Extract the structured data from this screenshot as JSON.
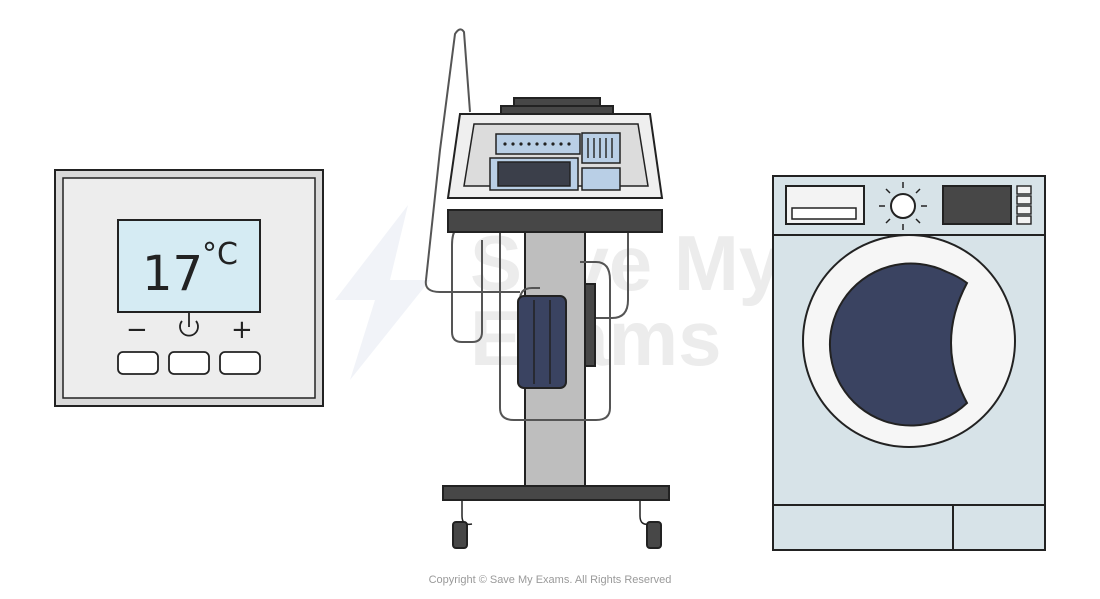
{
  "thermostat": {
    "temperature_value": "17",
    "temperature_unit": "°C",
    "minus_symbol": "−",
    "plus_symbol": "+",
    "power_icon": "power-icon"
  },
  "watermark": {
    "line1": "Save My",
    "line2": "Exams"
  },
  "copyright": "Copyright © Save My Exams. All Rights Reserved",
  "colors": {
    "outline": "#222222",
    "thermostat_frame": "#e6e6e6",
    "thermostat_screen": "#d5ebf3",
    "machine_dark": "#474747",
    "machine_pole": "#bebebe",
    "monitor_body": "#efefef",
    "monitor_screen": "#b9cfe6",
    "washer_body": "#d7e3e8",
    "washer_door": "#3a4361"
  }
}
